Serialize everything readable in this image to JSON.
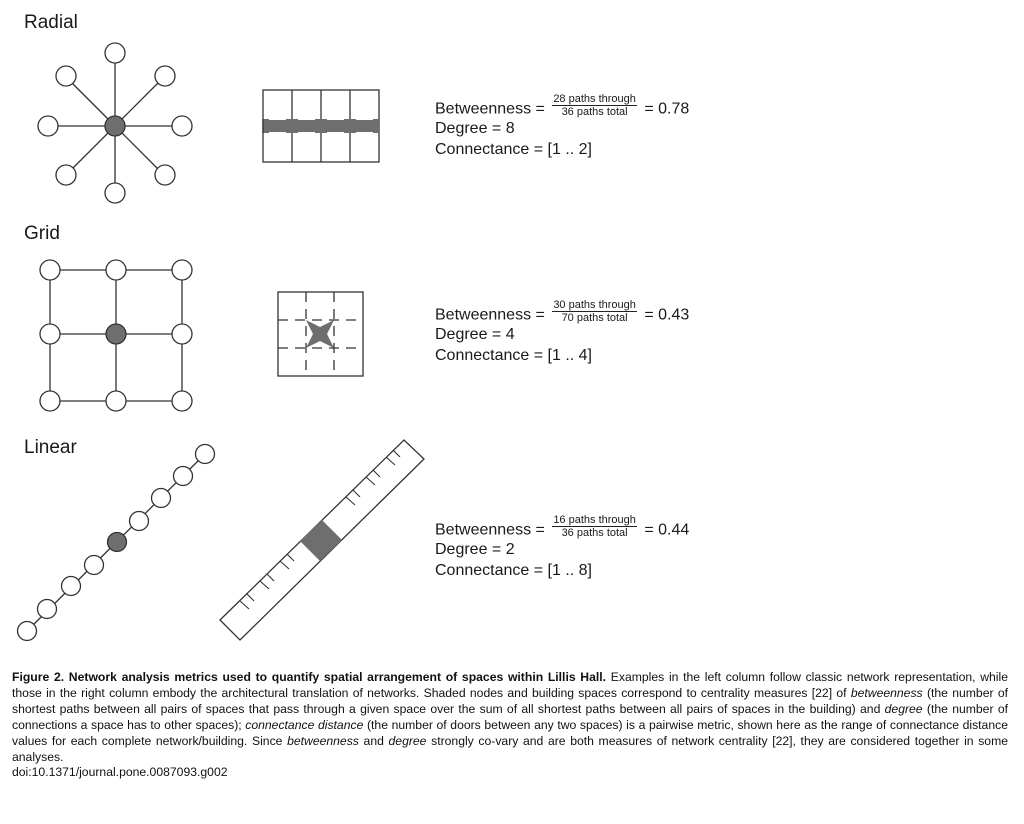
{
  "sections": [
    {
      "title": "Radial",
      "metrics": {
        "betweenness_label": "Betweenness =",
        "numerator": "28 paths through",
        "denominator": "36 paths total",
        "betweenness_value": "= 0.78",
        "degree": "Degree = 8",
        "connectance": "Connectance = [1 .. 2]"
      }
    },
    {
      "title": "Grid",
      "metrics": {
        "betweenness_label": "Betweenness =",
        "numerator": "30 paths through",
        "denominator": "70 paths total",
        "betweenness_value": "= 0.43",
        "degree": "Degree = 4",
        "connectance": "Connectance = [1 .. 4]"
      }
    },
    {
      "title": "Linear",
      "metrics": {
        "betweenness_label": "Betweenness =",
        "numerator": "16 paths through",
        "denominator": "36 paths total",
        "betweenness_value": "= 0.44",
        "degree": "Degree = 2",
        "connectance": "Connectance = [1 .. 8]"
      }
    }
  ],
  "caption": {
    "lead": "Figure 2. Network analysis metrics used to quantify spatial arrangement of spaces within Lillis Hall.",
    "text1": " Examples in the left column follow classic network representation, while those in the right column embody the architectural translation of networks. Shaded nodes and building spaces correspond to centrality measures [22] of ",
    "em1": "betweenness",
    "text2": " (the number of shortest paths between all pairs of spaces that pass through a given space over the sum of all shortest paths between all pairs of spaces in the building) and ",
    "em2": "degree",
    "text3": " (the number of connections a space has to other spaces); ",
    "em3": "connectance distance",
    "text4": " (the number of doors between any two spaces) is a pairwise metric, shown here as the range of connectance distance values for each complete network/building. Since ",
    "em4": "betweenness",
    "text5": " and ",
    "em5": "degree",
    "text6": " strongly co-vary and are both measures of network centrality [22], they are considered together in some analyses.",
    "doi": "doi:10.1371/journal.pone.0087093.g002"
  },
  "colors": {
    "node_fill": "#ffffff",
    "node_stroke": "#333333",
    "shaded": "#6e6e6e",
    "line": "#333333"
  }
}
